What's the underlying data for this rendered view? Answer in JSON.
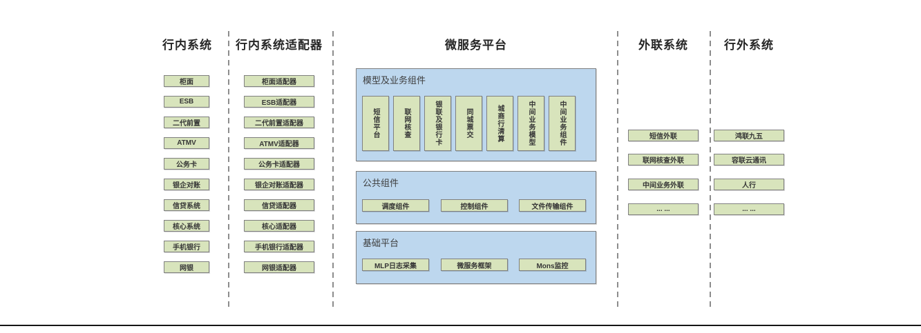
{
  "diagram": {
    "title_note": "bank microservice platform architecture",
    "colors": {
      "green_fill": "#d8e4bc",
      "blue_fill": "#bdd7ee",
      "box_border": "#7f7f7f",
      "separator": "#8c8c8c",
      "bottom_rule": "#141414"
    },
    "columns": [
      {
        "header": "行内系统",
        "items": [
          "柜面",
          "ESB",
          "二代前置",
          "ATMV",
          "公务卡",
          "银企对账",
          "信贷系统",
          "核心系统",
          "手机银行",
          "网银"
        ]
      },
      {
        "header": "行内系统适配器",
        "items": [
          "柜面适配器",
          "ESB适配器",
          "二代前置适配器",
          "ATMV适配器",
          "公务卡适配器",
          "银企对账适配器",
          "信贷适配器",
          "核心适配器",
          "手机银行适配器",
          "网银适配器"
        ]
      },
      {
        "header": "微服务平台",
        "panels": [
          {
            "title": "模型及业务组件",
            "items": [
              "短信平台",
              "联网核查",
              "银联及银行卡",
              "同城票交",
              "城商行清算",
              "中间业务模型",
              "中间业务组件"
            ]
          },
          {
            "title": "公共组件",
            "items": [
              "调度组件",
              "控制组件",
              "文件传输组件"
            ]
          },
          {
            "title": "基础平台",
            "items": [
              "MLP日志采集",
              "微服务框架",
              "Mons监控"
            ]
          }
        ]
      },
      {
        "header": "外联系统",
        "items": [
          "短信外联",
          "联网核查外联",
          "中间业务外联",
          "... ..."
        ]
      },
      {
        "header": "行外系统",
        "items": [
          "鸿联九五",
          "容联云通讯",
          "人行",
          "... ..."
        ]
      }
    ]
  }
}
